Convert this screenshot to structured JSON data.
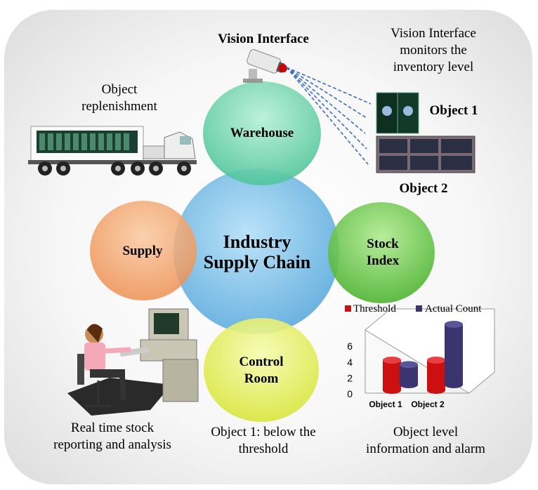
{
  "title_center": [
    "Industry",
    "Supply Chain"
  ],
  "nodes": {
    "warehouse": "Warehouse",
    "supply": "Supply",
    "stock_index": [
      "Stock",
      "Index"
    ],
    "control_room": [
      "Control",
      "Room"
    ]
  },
  "vision": {
    "label": "Vision  Interface",
    "note": [
      "Vision Interface",
      "monitors the",
      "inventory level"
    ]
  },
  "objects": {
    "object1": "Object 1",
    "object2": "Object 2"
  },
  "replenishment": [
    "Object",
    "replenishment"
  ],
  "reporting": [
    "Real time stock",
    "reporting and analysis"
  ],
  "below_threshold": [
    "Object 1: below the",
    "threshold"
  ],
  "level_info": [
    "Object level",
    "information and alarm"
  ],
  "colors": {
    "center": "#8cc6e8",
    "warehouse": "#7fd9b8",
    "supply": "#f2a775",
    "stock": "#70c850",
    "control": "#e4ee6a",
    "threshold": "#cc1010",
    "actual": "#3a3470"
  },
  "chart_data": {
    "type": "bar",
    "categories": [
      "Object 1",
      "Object 2"
    ],
    "series": [
      {
        "name": "Threshold",
        "values": [
          3,
          3
        ]
      },
      {
        "name": "Actual Count",
        "values": [
          2,
          6
        ]
      }
    ],
    "yticks": [
      "0",
      "2",
      "4",
      "6"
    ],
    "ylim": [
      0,
      6
    ],
    "legend": "top"
  }
}
